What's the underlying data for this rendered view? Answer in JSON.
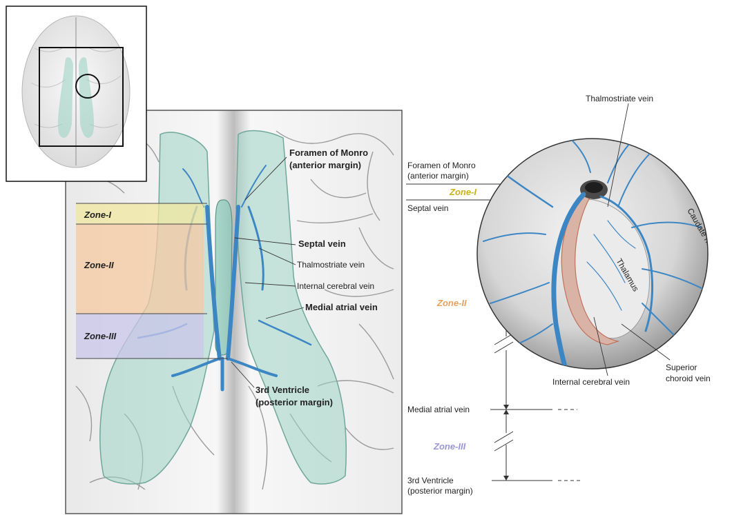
{
  "figure": {
    "left_panel": {
      "zones": [
        {
          "label": "Zone-I",
          "color": "#f1e7a0"
        },
        {
          "label": "Zone-II",
          "color": "#f6c9a2"
        },
        {
          "label": "Zone-III",
          "color": "#c9c6ea"
        }
      ],
      "labels": {
        "foramen_line1": "Foramen of Monro",
        "foramen_line2": "(anterior margin)",
        "septal_vein": "Septal vein",
        "thalmostriate_vein": "Thalmostriate vein",
        "internal_cerebral_vein": "Internal cerebral vein",
        "medial_atrial_vein": "Medial atrial vein",
        "third_ventricle_line1": "3rd Ventricle",
        "third_ventricle_line2": "(posterior margin)"
      }
    },
    "scale": {
      "foramen_line1": "Foramen of Monro",
      "foramen_line2": "(anterior margin)",
      "zone1": {
        "label": "Zone-I",
        "color": "#c9b21a"
      },
      "septal_vein": "Septal vein",
      "zone2": {
        "label": "Zone-II",
        "color": "#e8a35a"
      },
      "medial_atrial_vein": "Medial atrial vein",
      "zone3": {
        "label": "Zone-III",
        "color": "#9b96d6"
      },
      "third_ventricle_line1": "3rd Ventricle",
      "third_ventricle_line2": "(posterior margin)"
    },
    "circle_view": {
      "thalmostriate_vein": "Thalmostriate vein",
      "internal_cerebral_vein": "Internal cerebral vein",
      "superior_choroid_line1": "Superior",
      "superior_choroid_line2": "choroid vein",
      "thalamus": "Thalamus",
      "caudate_nucl": "Caudate nucl."
    }
  }
}
